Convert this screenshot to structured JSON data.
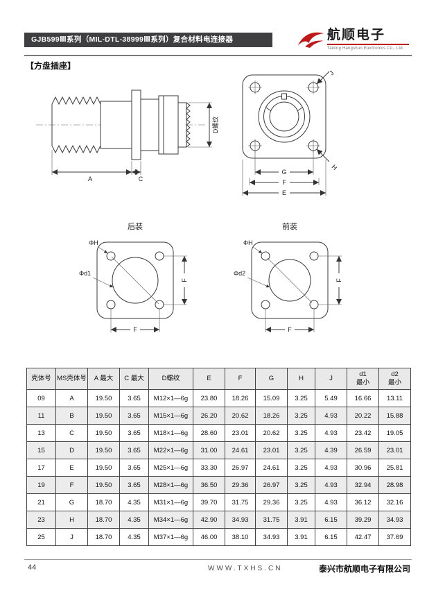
{
  "header": {
    "title": "GJB599Ⅲ系列（MIL-DTL-38999Ⅲ系列）复合材料电连接器",
    "logo": {
      "name": "航顺电子",
      "subtitle": "Taixing Hangshun Electronics Co., Ltd.",
      "accent": "#c01818"
    }
  },
  "section_label": "【方盘插座】",
  "diagrams": {
    "side_view": {
      "dim_a": "A",
      "dim_c": "C",
      "thread_label": "D螺纹"
    },
    "front_view": {
      "dim_j": "J",
      "dim_h": "H",
      "dim_g": "G",
      "dim_f": "F",
      "dim_e": "E"
    },
    "rear_mount": {
      "title": "后装",
      "hole_label": "ΦH",
      "dia_label": "Φd1",
      "f_right": "F",
      "f_bottom": "F"
    },
    "front_mount": {
      "title": "前装",
      "hole_label": "ΦH",
      "dia_label": "Φd2",
      "f_right": "F",
      "f_bottom": "F"
    }
  },
  "table": {
    "headers": [
      "壳体号",
      "MS壳体号",
      "A 最大",
      "C 最大",
      "D螺纹",
      "E",
      "F",
      "G",
      "H",
      "J",
      "d1\n最小",
      "d2\n最小"
    ],
    "rows": [
      [
        "09",
        "A",
        "19.50",
        "3.65",
        "M12×1—6g",
        "23.80",
        "18.26",
        "15.09",
        "3.25",
        "5.49",
        "16.66",
        "13.11"
      ],
      [
        "11",
        "B",
        "19.50",
        "3.65",
        "M15×1—6g",
        "26.20",
        "20.62",
        "18.26",
        "3.25",
        "4.93",
        "20.22",
        "15.88"
      ],
      [
        "13",
        "C",
        "19.50",
        "3.65",
        "M18×1—6g",
        "28.60",
        "23.01",
        "20.62",
        "3.25",
        "4.93",
        "23.42",
        "19.05"
      ],
      [
        "15",
        "D",
        "19.50",
        "3.65",
        "M22×1—6g",
        "31.00",
        "24.61",
        "23.01",
        "3.25",
        "4.39",
        "26.59",
        "23.01"
      ],
      [
        "17",
        "E",
        "19.50",
        "3.65",
        "M25×1—6g",
        "33.30",
        "26.97",
        "24.61",
        "3.25",
        "4.93",
        "30.96",
        "25.81"
      ],
      [
        "19",
        "F",
        "19.50",
        "3.65",
        "M28×1—6g",
        "36.50",
        "29.36",
        "26.97",
        "3.25",
        "4.93",
        "32.94",
        "28.98"
      ],
      [
        "21",
        "G",
        "18.70",
        "4.35",
        "M31×1—6g",
        "39.70",
        "31.75",
        "29.36",
        "3.25",
        "4.93",
        "36.12",
        "32.16"
      ],
      [
        "23",
        "H",
        "18.70",
        "4.35",
        "M34×1—6g",
        "42.90",
        "34.93",
        "31.75",
        "3.91",
        "6.15",
        "39.29",
        "34.93"
      ],
      [
        "25",
        "J",
        "18.70",
        "4.35",
        "M37×1—6g",
        "46.00",
        "38.10",
        "34.93",
        "3.91",
        "6.15",
        "42.47",
        "37.69"
      ]
    ]
  },
  "footer": {
    "page_number": "44",
    "website": "WWW.TXHS.CN",
    "company": "泰兴市航顺电子有限公司"
  }
}
